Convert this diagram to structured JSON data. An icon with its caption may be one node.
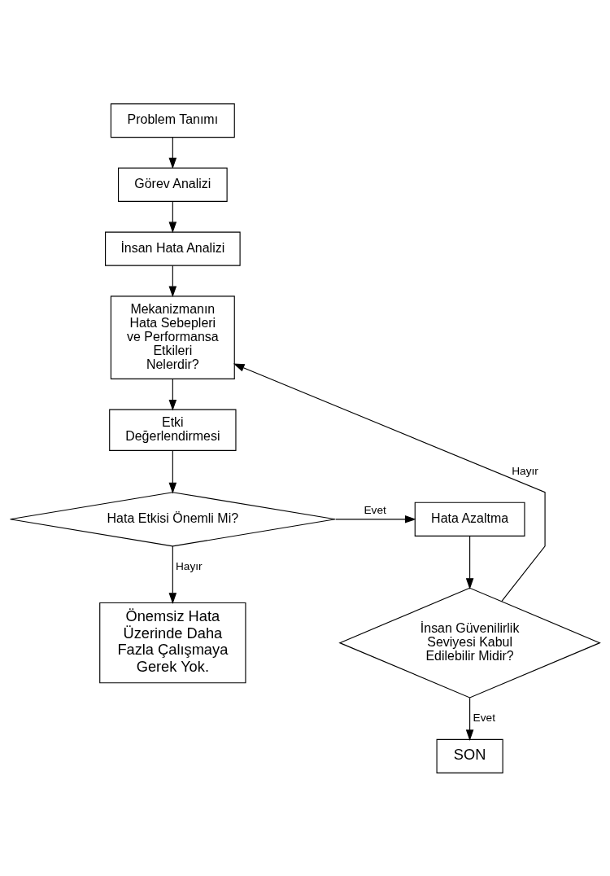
{
  "diagram": {
    "nodes": [
      {
        "text": [
          "Problem Tanımı"
        ]
      },
      {
        "text": [
          "Görev Analizi"
        ]
      },
      {
        "text": [
          "İnsan Hata Analizi"
        ]
      },
      {
        "text": [
          "Mekanizmanın Hata Sebepleri ve Performansa Etkileri Nelerdir?"
        ]
      },
      {
        "text": [
          "Etki Değerlendirmesi"
        ]
      },
      {
        "text": [
          "Hata Etkisi Önemli Mi?"
        ]
      },
      {
        "text": [
          "Hata Azaltma"
        ]
      },
      {
        "text": [
          "İnsan Güvenilirlik Seviyesi Kabul Edilebilir Midir?"
        ]
      },
      {
        "text": [
          "Önemsiz Hata Üzerinde Daha Fazla Çalışmaya Gerek Yok."
        ]
      },
      {
        "text": [
          "SON"
        ]
      }
    ],
    "edges": [
      {
        "from": 0,
        "to": 1,
        "arrow": "to"
      },
      {
        "from": 1,
        "to": 2,
        "arrow": "to"
      },
      {
        "from": 2,
        "to": 3,
        "arrow": "to"
      },
      {
        "from": 3,
        "to": 4,
        "arrow": "to"
      },
      {
        "from": 4,
        "to": 5,
        "arrow": "to"
      },
      {
        "from": 5,
        "to": 6,
        "arrow": "to",
        "label": "Evet"
      },
      {
        "from": 5,
        "to": 8,
        "arrow": "to",
        "label": "Hayır"
      },
      {
        "from": 6,
        "to": 7,
        "arrow": "to"
      },
      {
        "from": 7,
        "to": 3,
        "arrow": "to",
        "label": "Hayır"
      },
      {
        "from": 7,
        "to": 9,
        "arrow": "to",
        "label": "Evet"
      }
    ]
  }
}
